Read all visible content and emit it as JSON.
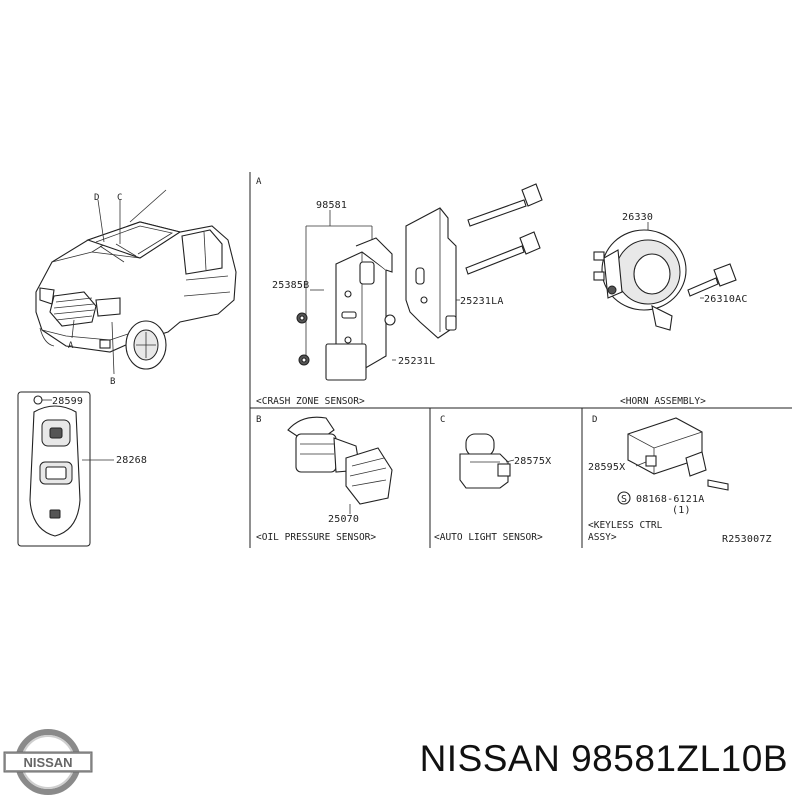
{
  "parts": {
    "crash_sensor": "98581",
    "bolt_small": "25385B",
    "bracket_upper": "25231LA",
    "bracket_lower": "25231L",
    "horn": "26330",
    "horn_bolt": "26310AC",
    "key_battery": "28599",
    "key_fob": "28268",
    "oil_sensor": "25070",
    "light_sensor": "28575X",
    "keyless_unit": "28595X",
    "keyless_screw": "08168-6121A",
    "keyless_screw_qty": "(1)",
    "screw_symbol": "S"
  },
  "section_letters": {
    "a": "A",
    "b": "B",
    "c": "C",
    "d": "D"
  },
  "car_letters": {
    "a": "A",
    "b": "B",
    "c": "C",
    "d": "D"
  },
  "captions": {
    "crash_zone": "<CRASH ZONE SENSOR>",
    "horn": "<HORN ASSEMBLY>",
    "oil": "<OIL PRESSURE SENSOR>",
    "auto_light": "<AUTO LIGHT SENSOR>",
    "keyless_line1": "<KEYLESS CTRL",
    "keyless_line2": "ASSY>"
  },
  "ref_code": "R253007Z",
  "brand": {
    "logo_text": "NISSAN",
    "title": "NISSAN 98581ZL10B"
  }
}
